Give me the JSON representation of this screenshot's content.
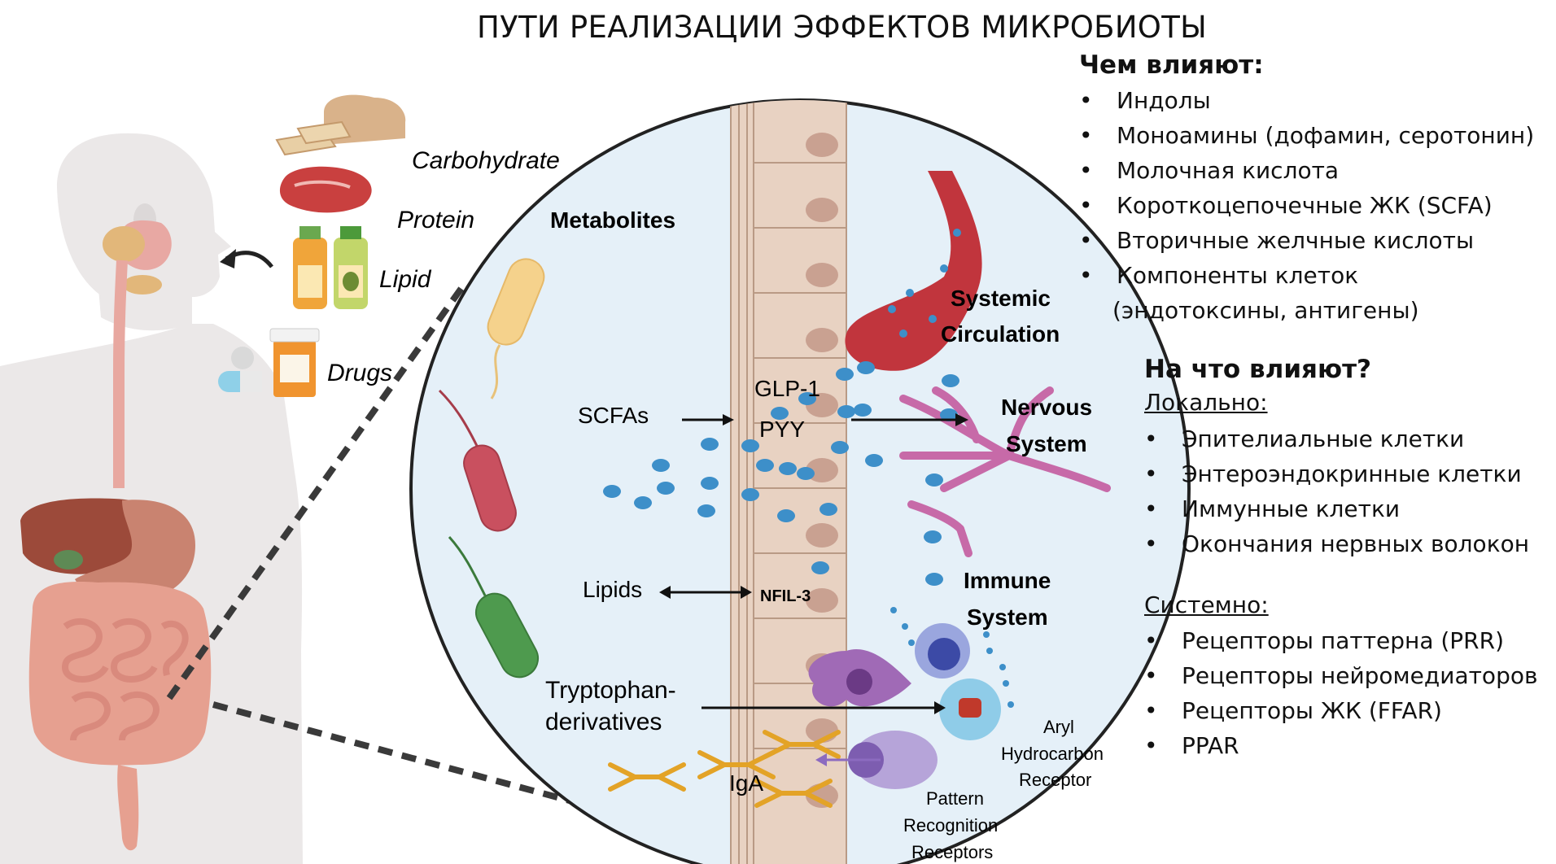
{
  "title": "ПУТИ РЕАЛИЗАЦИИ ЭФФЕКТОВ МИКРОБИОТЫ",
  "food_labels": {
    "carbohydrate": "Carbohydrate",
    "protein": "Protein",
    "lipid": "Lipid",
    "drugs": "Drugs"
  },
  "circle": {
    "metabolites": "Metabolites",
    "scfas": "SCFAs",
    "glp1": "GLP-1",
    "pyy": "PYY",
    "lipids": "Lipids",
    "nfil3": "NFIL-3",
    "tryptophan_1": "Tryptophan-",
    "tryptophan_2": "derivatives",
    "iga": "IgA",
    "systemic_1": "Systemic",
    "systemic_2": "Circulation",
    "nervous_1": "Nervous",
    "nervous_2": "System",
    "immune_1": "Immune",
    "immune_2": "System",
    "aryl_1": "Aryl",
    "aryl_2": "Hydrocarbon",
    "aryl_3": "Receptor",
    "prr_1": "Pattern",
    "prr_2": "Recognition",
    "prr_3": "Receptors"
  },
  "how": {
    "heading": "Чем влияют:",
    "items": [
      "Индолы",
      "Моноамины (дофамин, серотонин)",
      "Молочная кислота",
      "Короткоцепочечные ЖК (SCFA)",
      "Вторичные желчные кислоты",
      "Компоненты клеток"
    ],
    "continuation": "(эндотоксины, антигены)"
  },
  "what": {
    "heading": "На что влияют?",
    "local_label": "Локально:",
    "local_items": [
      "Эпителиальные клетки",
      "Энтероэндокринные клетки",
      "Иммунные клетки",
      "Окончания нервных волокон"
    ],
    "systemic_label": "Системно:",
    "systemic_items": [
      "Рецепторы паттерна (PRR)",
      "Рецепторы нейромедиаторов",
      "Рецепторы ЖК (FFAR)",
      "PPAR"
    ]
  },
  "colors": {
    "circle_bg": "#e4f0f8",
    "epithelium": "#e6cfbf",
    "nucleus": "#c9a08f",
    "vessel": "#c0343c",
    "nerve": "#c76aa8",
    "dots": "#3d8fc9",
    "antibody": "#e3a327",
    "bacterium_yellow": "#f4d18a",
    "bacterium_red": "#c9505f",
    "bacterium_green": "#4e9a4e",
    "skin": "#e9e6e6",
    "intestine": "#e79a8e",
    "liver": "#9a4a3a",
    "stomach": "#c97a6c"
  }
}
